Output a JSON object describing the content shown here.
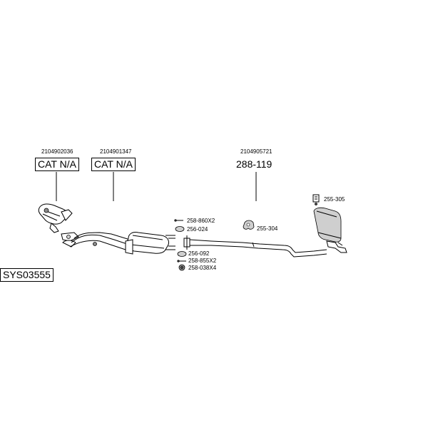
{
  "diagram": {
    "reference_code": "SYS03555",
    "sections": [
      {
        "part_number": "2104902036",
        "label": "CAT N/A"
      },
      {
        "part_number": "2104901347",
        "label": "CAT N/A"
      },
      {
        "part_number": "2104905721",
        "label": "288-119"
      }
    ],
    "parts": {
      "clamp_top": "258-860X2",
      "gasket_top": "256-024",
      "gasket_bottom": "256-092",
      "clamp_bottom": "258-855X2",
      "rubber_mount_bottom": "258-038X4",
      "rubber_hanger": "255-304",
      "mounting_kit": "255-305"
    }
  }
}
